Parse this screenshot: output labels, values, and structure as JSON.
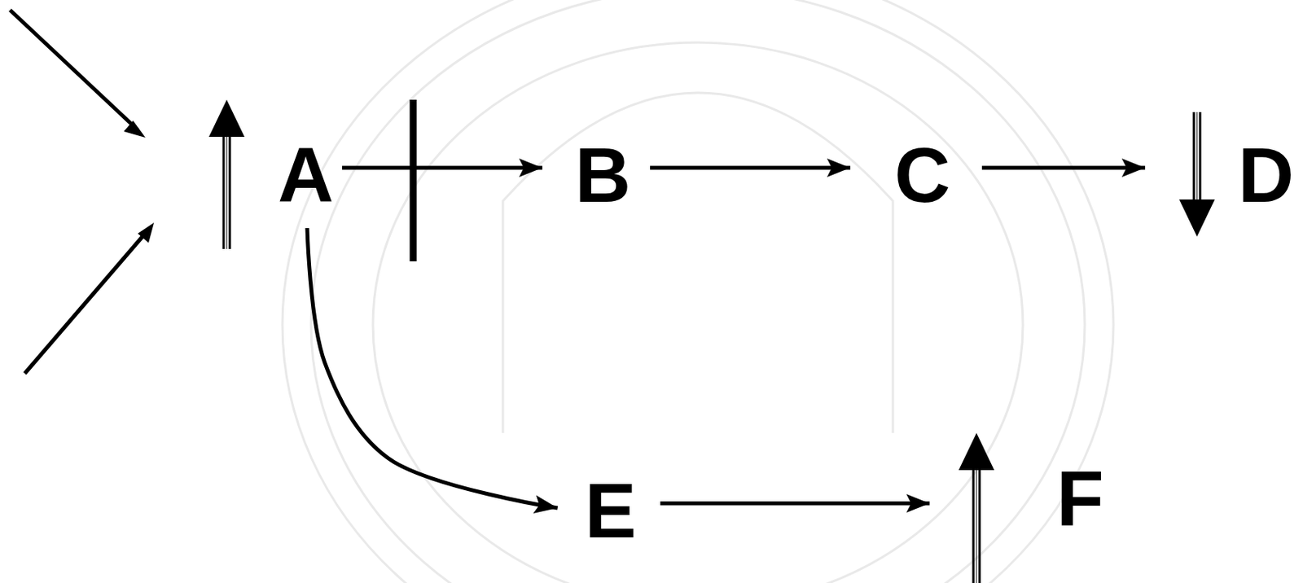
{
  "diagram": {
    "nodes": [
      {
        "text": [
          "A"
        ]
      },
      {
        "text": [
          "B"
        ]
      },
      {
        "text": [
          "C"
        ]
      },
      {
        "text": [
          "D"
        ]
      },
      {
        "text": [
          "E"
        ]
      },
      {
        "text": [
          "F"
        ]
      }
    ],
    "edges": [
      {
        "from": 0,
        "to": 1,
        "arrow": "to"
      },
      {
        "from": 1,
        "to": 2,
        "arrow": "to"
      },
      {
        "from": 2,
        "to": 3,
        "arrow": "to"
      },
      {
        "from": 0,
        "to": 4,
        "arrow": "to"
      },
      {
        "from": 4,
        "to": 5,
        "arrow": "to"
      }
    ]
  }
}
